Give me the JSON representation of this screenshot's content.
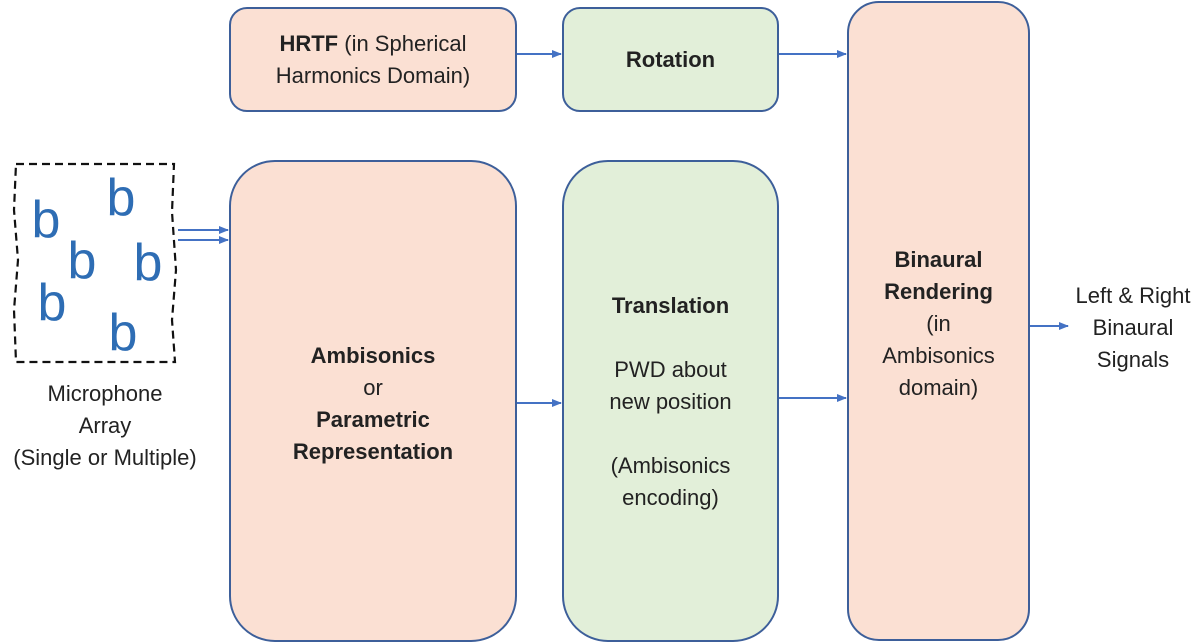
{
  "hrtf_box": {
    "bold": "HRTF",
    "rest": " (in Spherical",
    "line2": "Harmonics Domain)"
  },
  "rotation_box": {
    "label": "Rotation"
  },
  "ambisonics_box": {
    "line1": "Ambisonics",
    "line2": "or",
    "line3": "Parametric",
    "line4": "Representation"
  },
  "translation_box": {
    "title": "Translation",
    "line1": "PWD about",
    "line2": "new position",
    "line3": "(Ambisonics",
    "line4": "encoding)"
  },
  "binaural_box": {
    "title1": "Binaural",
    "title2": "Rendering",
    "line1": "(in",
    "line2": "Ambisonics",
    "line3": "domain)"
  },
  "mic_label": {
    "line1": "Microphone",
    "line2": "Array",
    "line3": "(Single or Multiple)"
  },
  "output_label": {
    "line1": "Left & Right",
    "line2": "Binaural",
    "line3": "Signals"
  },
  "mic_glyph": "b",
  "colors": {
    "border": "#3d5f9a",
    "peach": "#fbe0d3",
    "green": "#e2efd9",
    "arrow": "#4472c4",
    "mic": "#2e6db4"
  }
}
